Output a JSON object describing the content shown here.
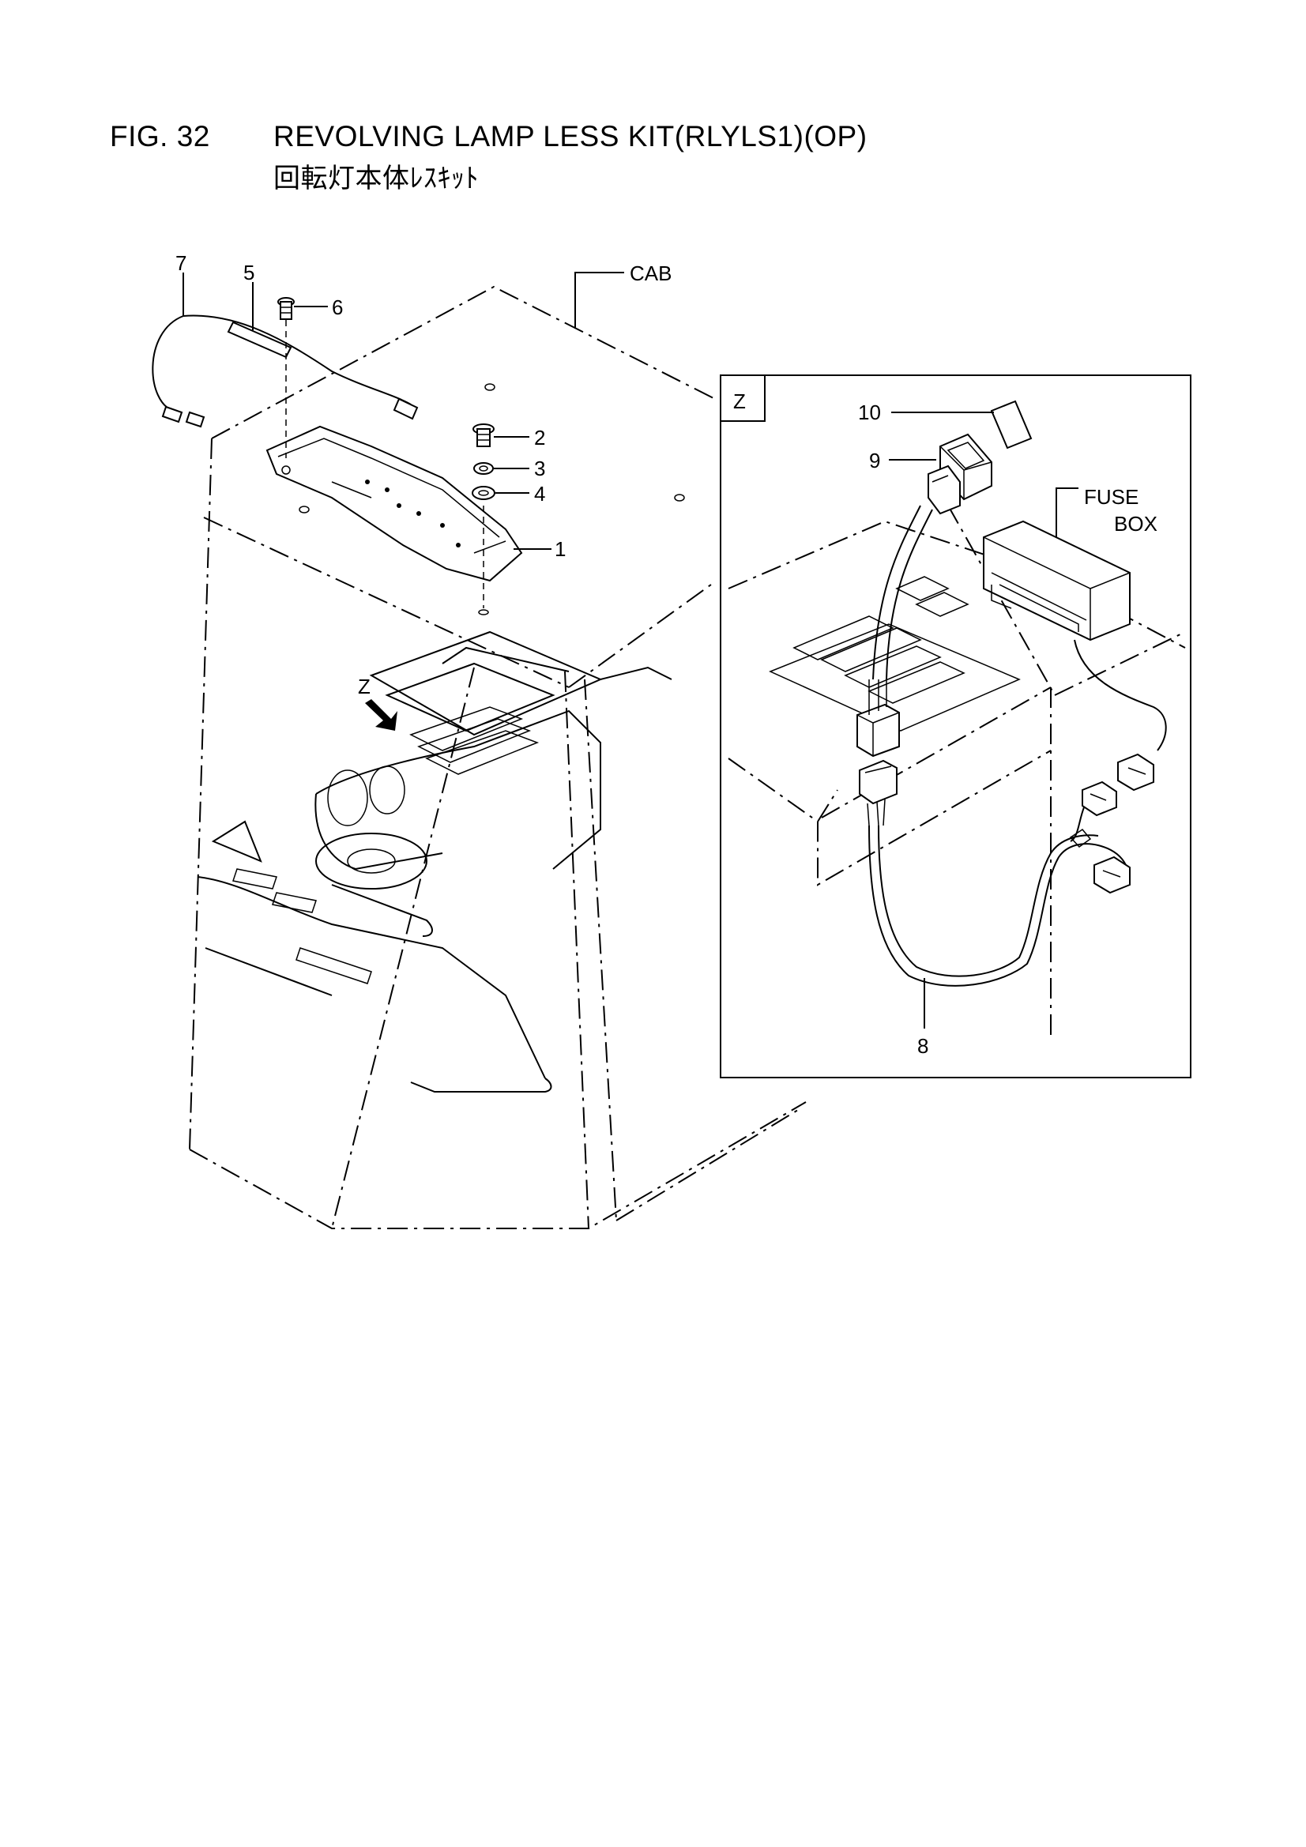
{
  "figure": {
    "number": "FIG. 32",
    "title": "REVOLVING LAMP LESS KIT(RLYLS1)(OP)",
    "subtitle": "回転灯本体ﾚｽｷｯﾄ"
  },
  "labels": {
    "cab": "CAB",
    "fuse_box_line1": "FUSE",
    "fuse_box_line2": "BOX",
    "view_z": "Z",
    "detail_z": "Z"
  },
  "callouts": [
    "1",
    "2",
    "3",
    "4",
    "5",
    "6",
    "7",
    "8",
    "9",
    "10"
  ]
}
